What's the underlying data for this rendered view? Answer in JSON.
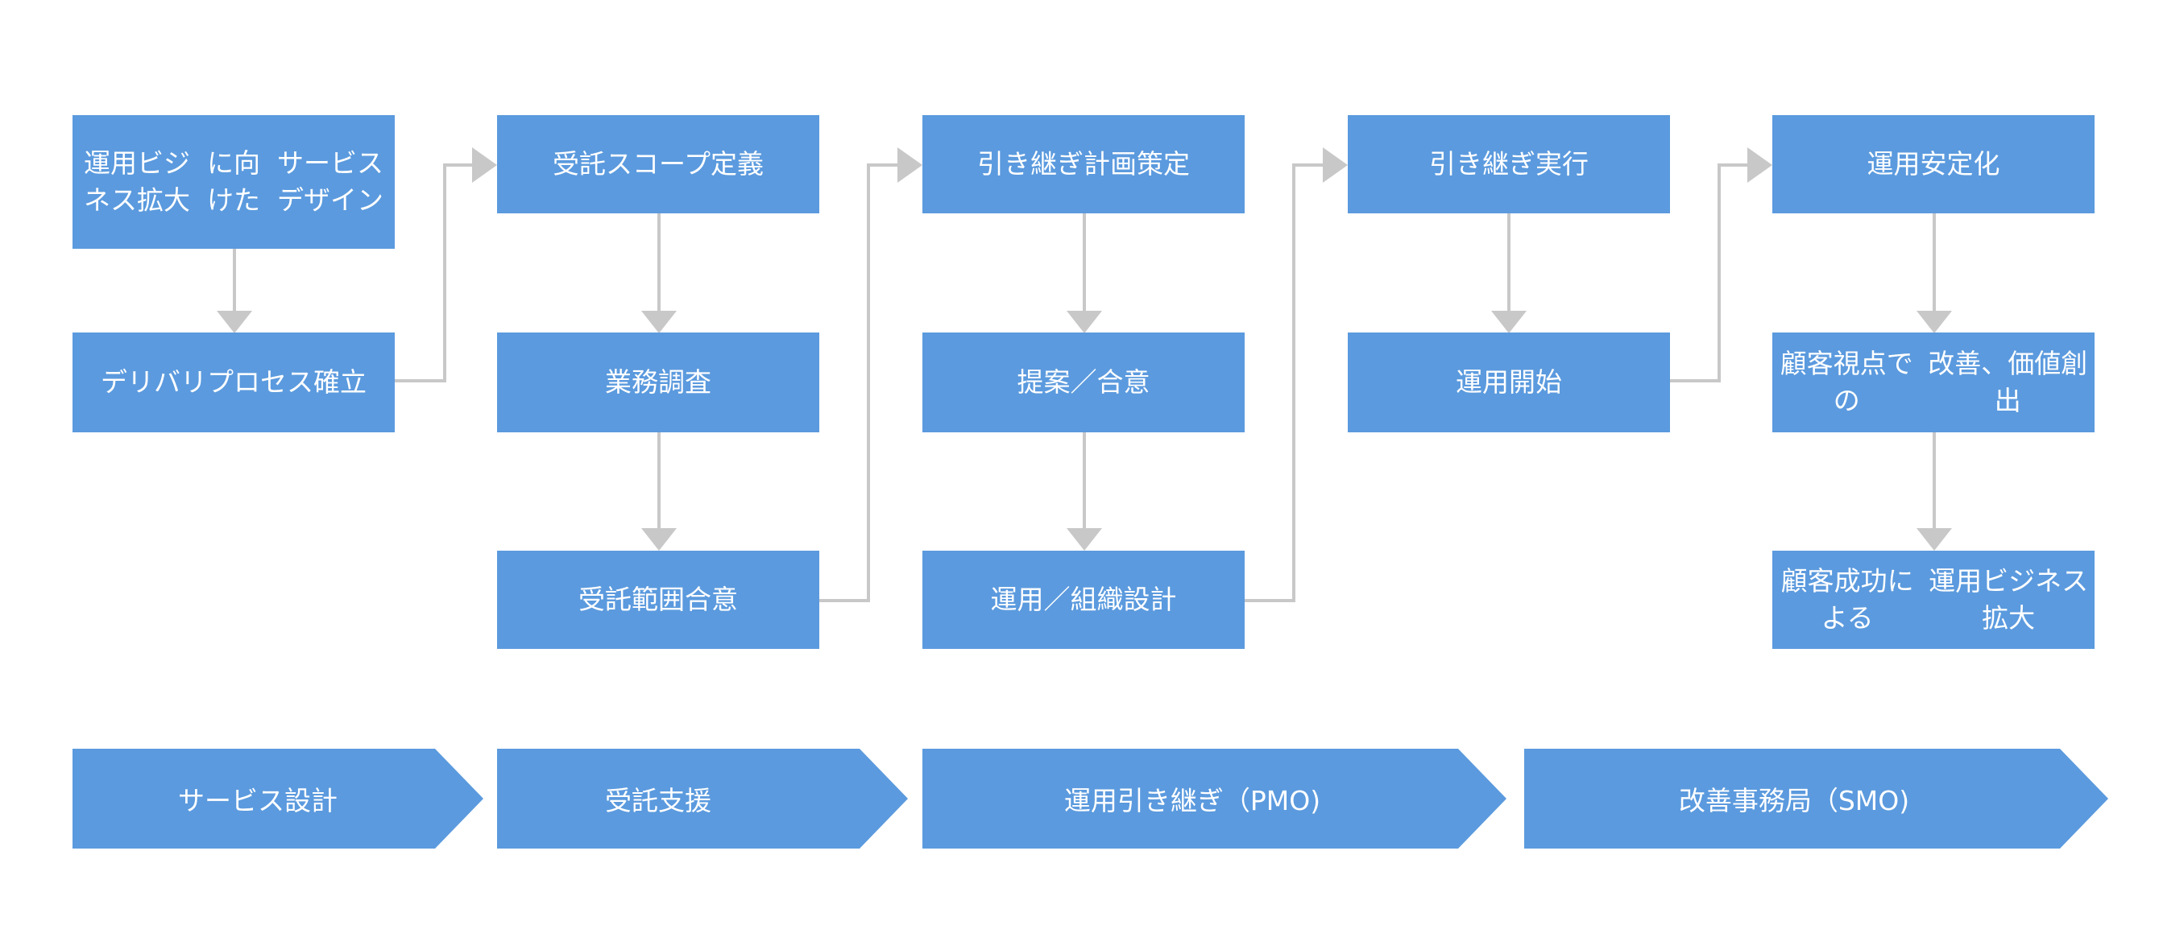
{
  "colors": {
    "box": "#5b9ade",
    "text": "#ffffff",
    "connector": "#c8c8c8"
  },
  "columns": [
    {
      "boxes": [
        {
          "id": "c1b1",
          "lines": [
            "運用ビジネス拡大",
            "に向けた",
            "サービスデザイン"
          ]
        },
        {
          "id": "c1b2",
          "lines": [
            "デリバリプロセス",
            "確立"
          ]
        }
      ]
    },
    {
      "boxes": [
        {
          "id": "c2b1",
          "lines": [
            "受託スコープ定義"
          ]
        },
        {
          "id": "c2b2",
          "lines": [
            "業務調査"
          ]
        },
        {
          "id": "c2b3",
          "lines": [
            "受託範囲合意"
          ]
        }
      ]
    },
    {
      "boxes": [
        {
          "id": "c3b1",
          "lines": [
            "引き継ぎ計画策定"
          ]
        },
        {
          "id": "c3b2",
          "lines": [
            "提案／合意"
          ]
        },
        {
          "id": "c3b3",
          "lines": [
            "運用／組織設計"
          ]
        }
      ]
    },
    {
      "boxes": [
        {
          "id": "c4b1",
          "lines": [
            "引き継ぎ実行"
          ]
        },
        {
          "id": "c4b2",
          "lines": [
            "運用開始"
          ]
        }
      ]
    },
    {
      "boxes": [
        {
          "id": "c5b1",
          "lines": [
            "運用安定化"
          ]
        },
        {
          "id": "c5b2",
          "lines": [
            "顧客視点での",
            "改善、価値創出"
          ]
        },
        {
          "id": "c5b3",
          "lines": [
            "顧客成功による",
            "運用ビジネス拡大"
          ]
        }
      ]
    }
  ],
  "phases": [
    "サービス設計",
    "受託支援",
    "運用引き継ぎ（PMO)",
    "改善事務局（SMO)"
  ]
}
